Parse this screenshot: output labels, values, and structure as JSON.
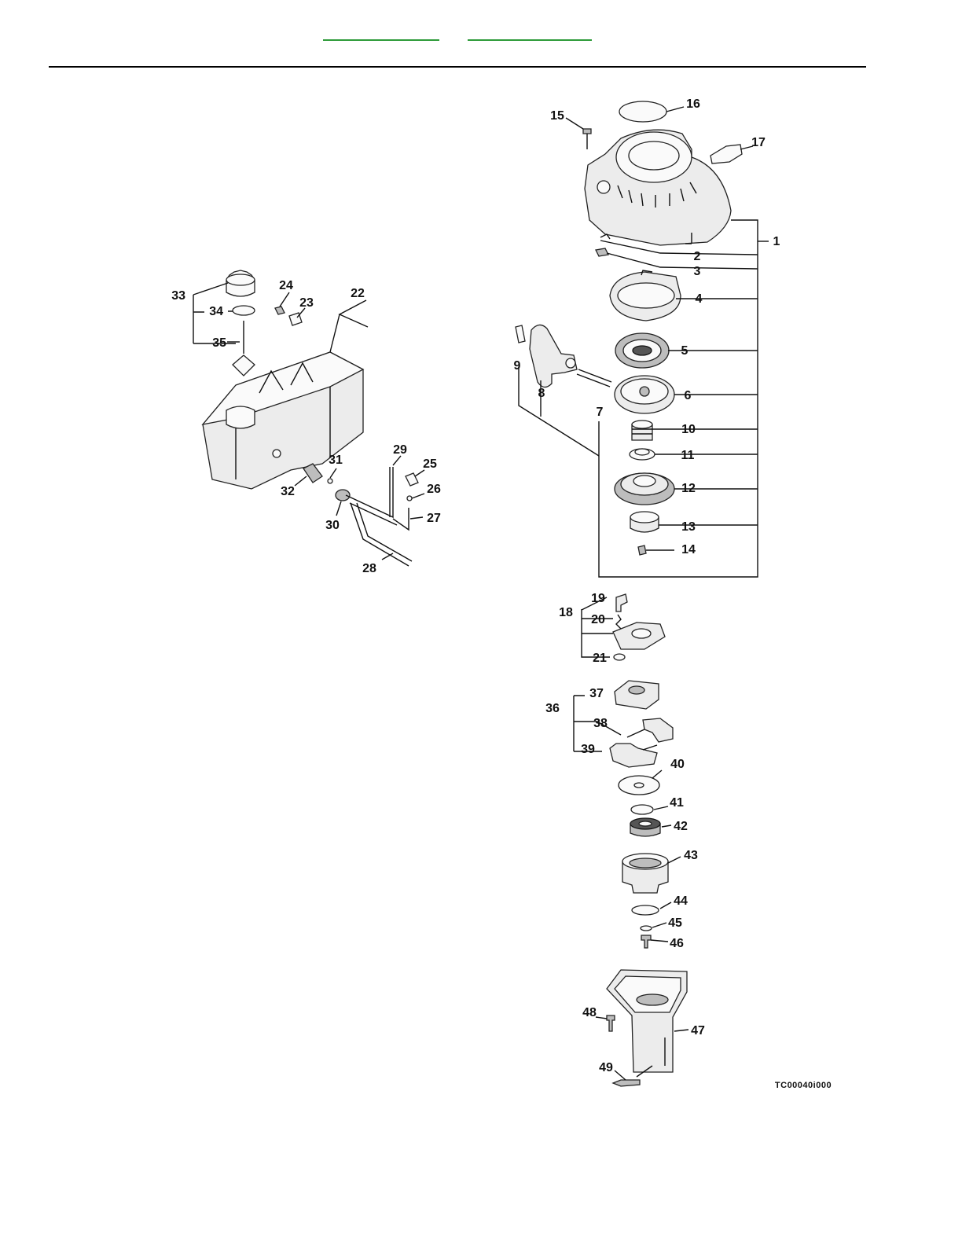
{
  "header": {
    "link_color": "#2e9b3a",
    "links": [
      "",
      ""
    ]
  },
  "diagram": {
    "figure_code": "TC00040i000",
    "callouts": {
      "p1": "1",
      "p2": "2",
      "p3": "3",
      "p4": "4",
      "p5": "5",
      "p6": "6",
      "p7": "7",
      "p8": "8",
      "p9": "9",
      "p10": "10",
      "p11": "11",
      "p12": "12",
      "p13": "13",
      "p14": "14",
      "p15": "15",
      "p16": "16",
      "p17": "17",
      "p18": "18",
      "p19": "19",
      "p20": "20",
      "p21": "21",
      "p22": "22",
      "p23": "23",
      "p24": "24",
      "p25": "25",
      "p26": "26",
      "p27": "27",
      "p28": "28",
      "p29": "29",
      "p30": "30",
      "p31": "31",
      "p32": "32",
      "p33": "33",
      "p34": "34",
      "p35": "35",
      "p36": "36",
      "p37": "37",
      "p38": "38",
      "p39": "39",
      "p40": "40",
      "p41": "41",
      "p42": "42",
      "p43": "43",
      "p44": "44",
      "p45": "45",
      "p46": "46",
      "p47": "47",
      "p48": "48",
      "p49": "49"
    }
  }
}
